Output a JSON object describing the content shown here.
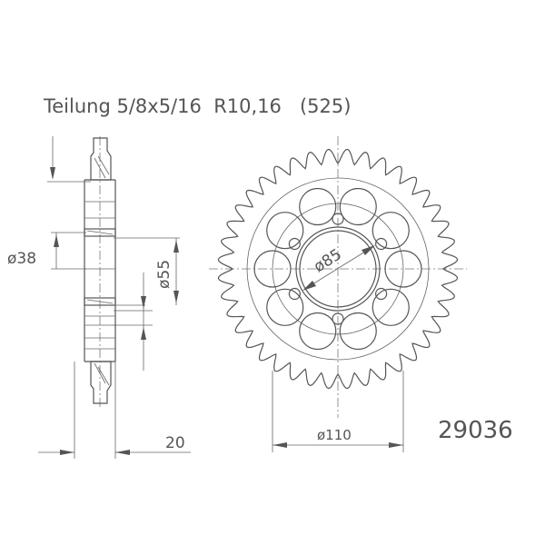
{
  "header": {
    "text": "Teilung 5/8x5/16  R10,16   (525)"
  },
  "part_number": "29036",
  "dimensions": {
    "hub_diameter": "ø38",
    "bore_diameter": "ø55",
    "center_bore": "ø85",
    "bolt_circle": "ø110",
    "width": "20"
  },
  "colors": {
    "line": "#555555",
    "text": "#555555",
    "background": "#ffffff"
  }
}
